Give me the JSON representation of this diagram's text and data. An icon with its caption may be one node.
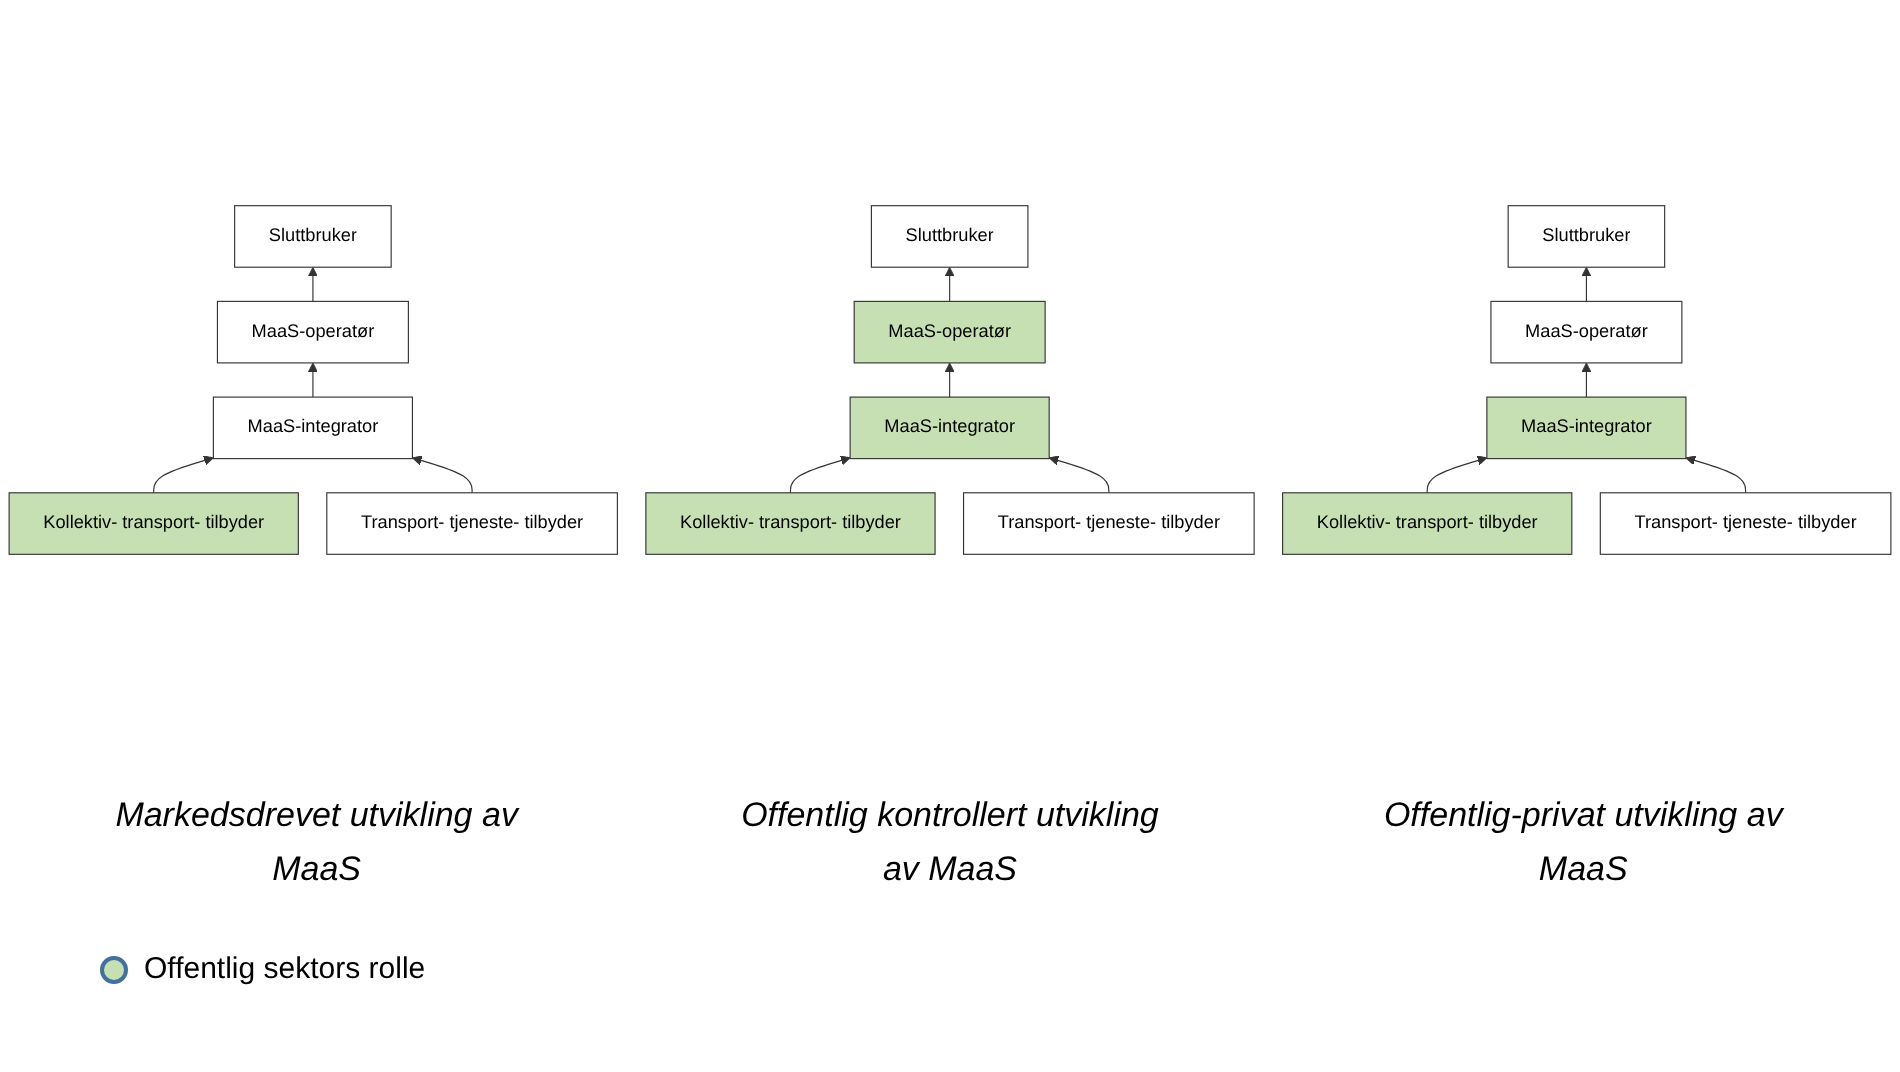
{
  "diagram": {
    "nodes": [
      {
        "text": [
          "Sluttbruker"
        ]
      },
      {
        "text": [
          "MaaS-operatør"
        ]
      },
      {
        "text": [
          "MaaS-integrator"
        ]
      },
      {
        "text": [
          "Kollektiv- transport- tilbyder"
        ]
      },
      {
        "text": [
          "Transport- tjeneste- tilbyder"
        ]
      },
      {
        "text": [
          "Sluttbruker"
        ]
      },
      {
        "text": [
          "MaaS-operatør"
        ]
      },
      {
        "text": [
          "MaaS-integrator"
        ]
      },
      {
        "text": [
          "Kollektiv- transport- tilbyder"
        ]
      },
      {
        "text": [
          "Transport- tjeneste- tilbyder"
        ]
      },
      {
        "text": [
          "Sluttbruker"
        ]
      },
      {
        "text": [
          "MaaS-operatør"
        ]
      },
      {
        "text": [
          "MaaS-integrator"
        ]
      },
      {
        "text": [
          "Kollektiv- transport- tilbyder"
        ]
      },
      {
        "text": [
          "Transport- tjeneste- tilbyder"
        ]
      }
    ],
    "edges": [
      {
        "from": 1,
        "to": 0,
        "arrow": "to"
      },
      {
        "from": 2,
        "to": 1,
        "arrow": "to"
      },
      {
        "from": 3,
        "to": 2,
        "arrow": "to"
      },
      {
        "from": 4,
        "to": 2,
        "arrow": "to"
      },
      {
        "from": 6,
        "to": 5,
        "arrow": "to"
      },
      {
        "from": 7,
        "to": 6,
        "arrow": "to"
      },
      {
        "from": 8,
        "to": 7,
        "arrow": "to"
      },
      {
        "from": 9,
        "to": 7,
        "arrow": "to"
      },
      {
        "from": 11,
        "to": 10,
        "arrow": "to"
      },
      {
        "from": 12,
        "to": 11,
        "arrow": "to"
      },
      {
        "from": 13,
        "to": 12,
        "arrow": "to"
      },
      {
        "from": 14,
        "to": 12,
        "arrow": "to"
      }
    ],
    "labels": [
      "Markedsdrevet utvikling av MaaS",
      "Offentlig kontrollert utvikling av MaaS",
      "Offentlig-privat utvikling av MaaS"
    ],
    "legend": [
      {
        "text": "Offentlig sektors rolle",
        "color": "#c6e0b4"
      }
    ]
  }
}
